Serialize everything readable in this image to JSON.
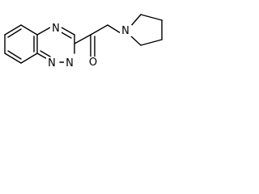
{
  "molecule": {
    "atoms": {
      "n1": "N",
      "n2": "N",
      "n4": "N",
      "n_pyrrolidine": "N",
      "o_carbonyl": "O"
    }
  }
}
